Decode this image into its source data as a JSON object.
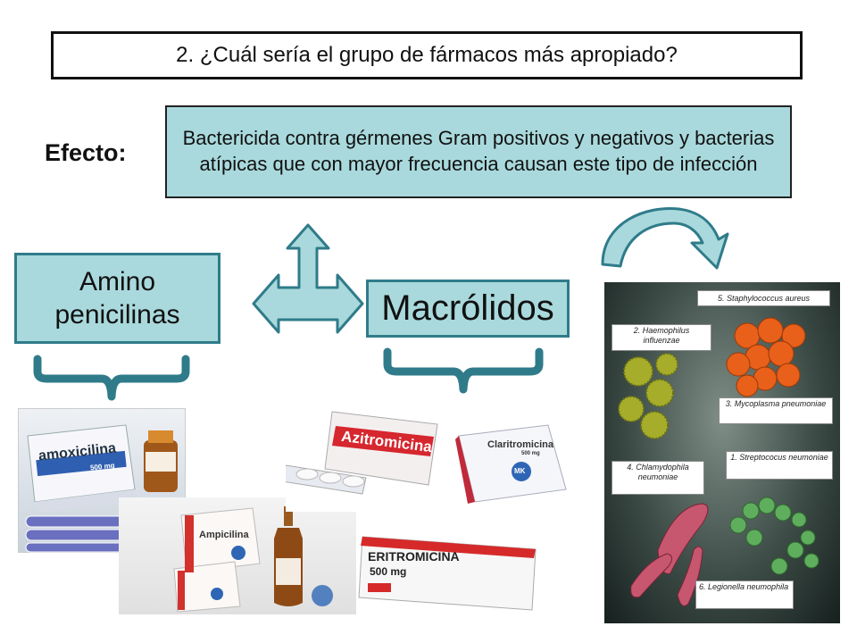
{
  "title": "2. ¿Cuál sería el grupo de fármacos más apropiado?",
  "effect": {
    "label": "Efecto:",
    "text": "Bactericida contra gérmenes Gram positivos y negativos y bacterias atípicas  que con mayor frecuencia causan este tipo de infección"
  },
  "classes": {
    "amino": "Amino penicilinas",
    "macro": "Macrólidos"
  },
  "drugs": {
    "amoxicilina": "amoxicilina",
    "amox_dose": "500 mg",
    "ampicilina": "Ampicilina",
    "azitromicina": "Azitromicina",
    "claritromicina": "Claritromicina",
    "clari_dose": "500 mg",
    "eritromicina": "ERITROMICINA",
    "eri_dose": "500 mg",
    "brand": "MK"
  },
  "bacteria": {
    "b5": "5. Staphylococcus aureus",
    "b2": "2. Haemophilus influenzae",
    "b3": "3. Mycoplasma pneumoniae",
    "b1": "1. Streptococus neumoniae",
    "b4": "4. Chlamydophila neumoniae",
    "b6": "6. Legionella neumophila"
  },
  "colors": {
    "box_fill": "#a9d9dc",
    "box_border": "#2f7b8a"
  }
}
